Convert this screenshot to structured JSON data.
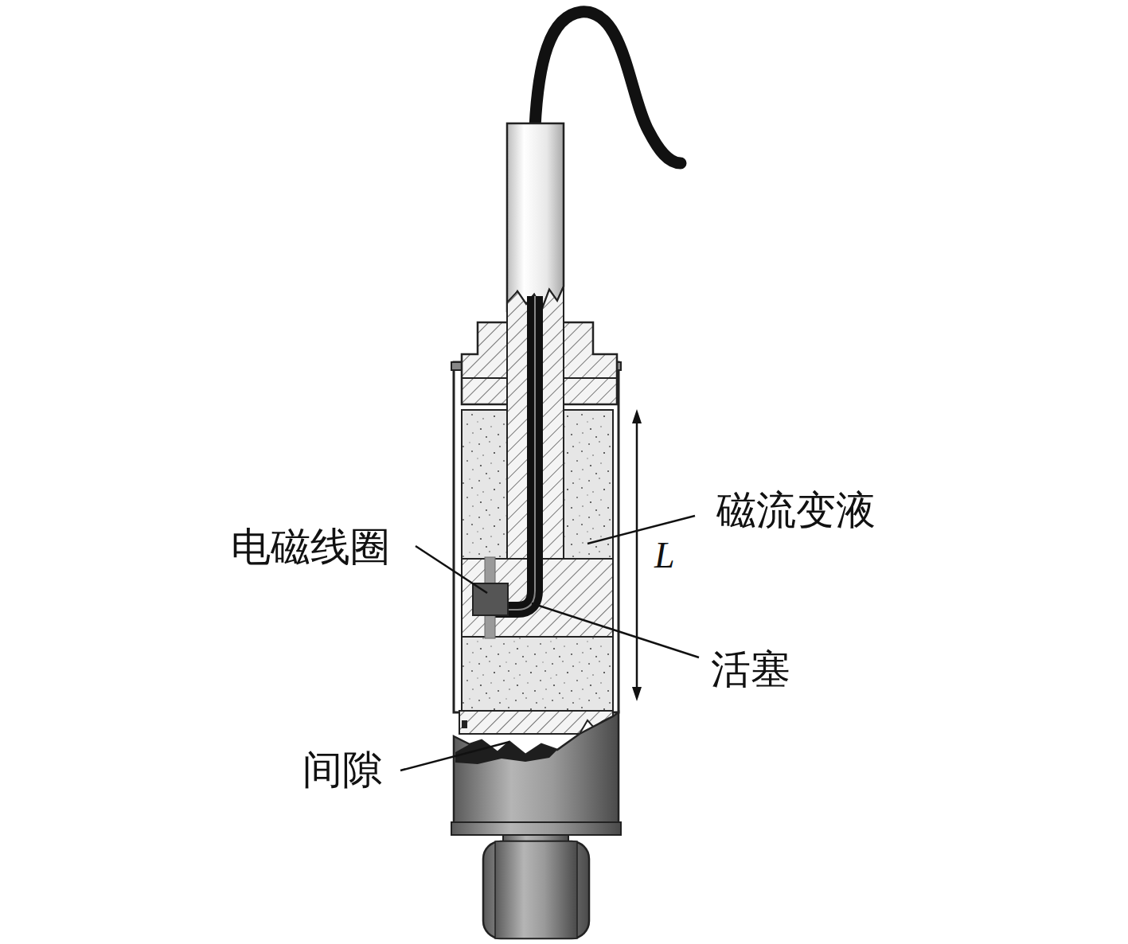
{
  "diagram": {
    "labels": [
      "磁流变液",
      "电磁线圈",
      "L",
      "活塞",
      "间隙"
    ]
  }
}
